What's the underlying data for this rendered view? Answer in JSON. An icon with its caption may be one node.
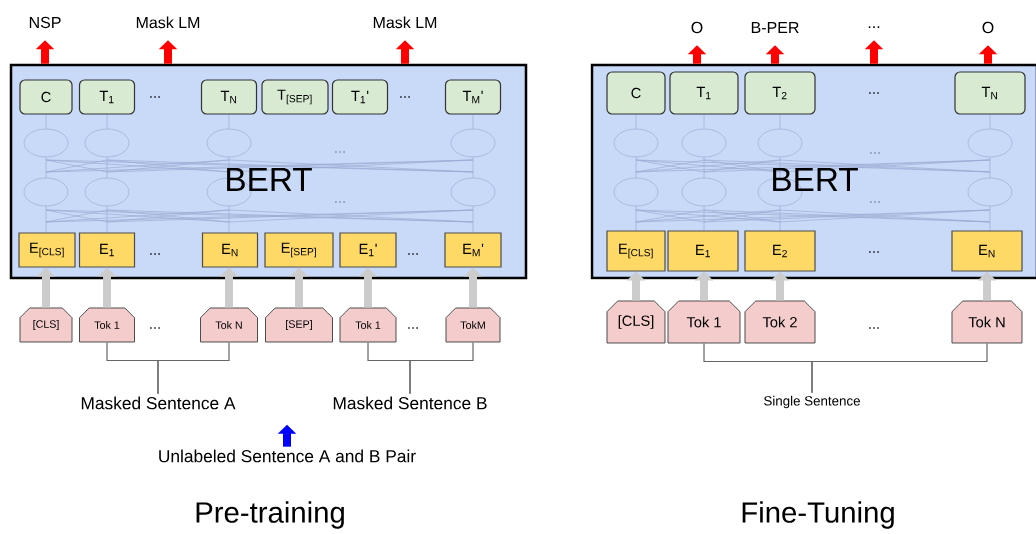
{
  "diagram": {
    "nodes": [
      {
        "text": [
          "BERT"
        ]
      },
      {
        "text": [
          "C"
        ],
        "in": 0
      },
      {
        "text": [
          "T$_{1}$"
        ],
        "in": 0
      },
      {
        "text": [
          "T$_{N}$"
        ],
        "in": 0
      },
      {
        "text": [
          "T$_{[SEP]}$"
        ],
        "in": 0
      },
      {
        "text": [
          "T$_{1}$'"
        ],
        "in": 0
      },
      {
        "text": [
          "T$_{M}$'"
        ],
        "in": 0
      },
      {
        "text": [
          "E$_{[CLS]}$"
        ],
        "in": 0
      },
      {
        "text": [
          "E$_{1}$"
        ],
        "in": 0
      },
      {
        "text": [
          "E$_{N}$"
        ],
        "in": 0
      },
      {
        "text": [
          "E$_{[SEP]}$"
        ],
        "in": 0
      },
      {
        "text": [
          "E$_{1}$'"
        ],
        "in": 0
      },
      {
        "text": [
          "E$_{M}$'"
        ],
        "in": 0
      },
      {
        "text": [
          "[CLS]"
        ]
      },
      {
        "text": [
          "Tok 1"
        ]
      },
      {
        "text": [
          "Tok N"
        ]
      },
      {
        "text": [
          "[SEP]"
        ]
      },
      {
        "text": [
          "Tok 1"
        ]
      },
      {
        "text": [
          "TokM"
        ]
      },
      {
        "text": [
          "NSP"
        ]
      },
      {
        "text": [
          "Mask LM"
        ]
      },
      {
        "text": [
          "Mask LM"
        ]
      },
      {
        "text": [
          "Masked Sentence A"
        ]
      },
      {
        "text": [
          "Masked Sentence B"
        ]
      },
      {
        "text": [
          "Unlabeled Sentence A and B Pair"
        ]
      },
      {
        "text": [
          "BERT"
        ]
      },
      {
        "text": [
          "C"
        ],
        "in": 25
      },
      {
        "text": [
          "T$_{1}$"
        ],
        "in": 25
      },
      {
        "text": [
          "T$_{2}$"
        ],
        "in": 25
      },
      {
        "text": [
          "T$_{N}$"
        ],
        "in": 25
      },
      {
        "text": [
          "E$_{[CLS]}$"
        ],
        "in": 25
      },
      {
        "text": [
          "E$_{1}$"
        ],
        "in": 25
      },
      {
        "text": [
          "E$_{2}$"
        ],
        "in": 25
      },
      {
        "text": [
          "E$_{N}$"
        ],
        "in": 25
      },
      {
        "text": [
          "[CLS]"
        ]
      },
      {
        "text": [
          "Tok 1"
        ]
      },
      {
        "text": [
          "Tok 2"
        ]
      },
      {
        "text": [
          "Tok N"
        ]
      },
      {
        "text": [
          "O"
        ]
      },
      {
        "text": [
          "B-PER"
        ]
      },
      {
        "text": [
          "..."
        ]
      },
      {
        "text": [
          "O"
        ]
      },
      {
        "text": [
          "Single Sentence"
        ]
      }
    ],
    "edges": [
      {
        "from": 0,
        "to": 19,
        "arrow": "to",
        "color": "#ff0000"
      },
      {
        "from": 0,
        "to": 20,
        "arrow": "to",
        "color": "#ff0000"
      },
      {
        "from": 0,
        "to": 21,
        "arrow": "to",
        "color": "#ff0000"
      },
      {
        "from": 13,
        "to": 7,
        "arrow": "to",
        "color": "#cccccc"
      },
      {
        "from": 14,
        "to": 8,
        "arrow": "to",
        "color": "#cccccc"
      },
      {
        "from": 15,
        "to": 9,
        "arrow": "to",
        "color": "#cccccc"
      },
      {
        "from": 16,
        "to": 10,
        "arrow": "to",
        "color": "#cccccc"
      },
      {
        "from": 17,
        "to": 11,
        "arrow": "to",
        "color": "#cccccc"
      },
      {
        "from": 18,
        "to": 12,
        "arrow": "to",
        "color": "#cccccc"
      },
      {
        "from": 14,
        "to": 22,
        "arrow": "none",
        "color": "#666666"
      },
      {
        "from": 15,
        "to": 22,
        "arrow": "none",
        "color": "#666666"
      },
      {
        "from": 17,
        "to": 23,
        "arrow": "none",
        "color": "#666666"
      },
      {
        "from": 18,
        "to": 23,
        "arrow": "none",
        "color": "#666666"
      },
      {
        "from": 24,
        "to": null,
        "arrow": "to",
        "color": "#0000ff"
      },
      {
        "from": 25,
        "to": 38,
        "arrow": "to",
        "color": "#ff0000"
      },
      {
        "from": 25,
        "to": 39,
        "arrow": "to",
        "color": "#ff0000"
      },
      {
        "from": 25,
        "to": 40,
        "arrow": "to",
        "color": "#ff0000"
      },
      {
        "from": 25,
        "to": 41,
        "arrow": "to",
        "color": "#ff0000"
      },
      {
        "from": 34,
        "to": 30,
        "arrow": "to",
        "color": "#cccccc"
      },
      {
        "from": 35,
        "to": 31,
        "arrow": "to",
        "color": "#cccccc"
      },
      {
        "from": 36,
        "to": 32,
        "arrow": "to",
        "color": "#cccccc"
      },
      {
        "from": 37,
        "to": 33,
        "arrow": "to",
        "color": "#cccccc"
      },
      {
        "from": 35,
        "to": 42,
        "arrow": "none",
        "color": "#666666"
      },
      {
        "from": 37,
        "to": 42,
        "arrow": "none",
        "color": "#666666"
      }
    ],
    "labels": [
      "...",
      "...",
      "...",
      "...",
      "...",
      "...",
      "...",
      "...",
      "Pre-training",
      "...",
      "...",
      "...",
      "...",
      "...",
      "Fine-Tuning"
    ]
  }
}
